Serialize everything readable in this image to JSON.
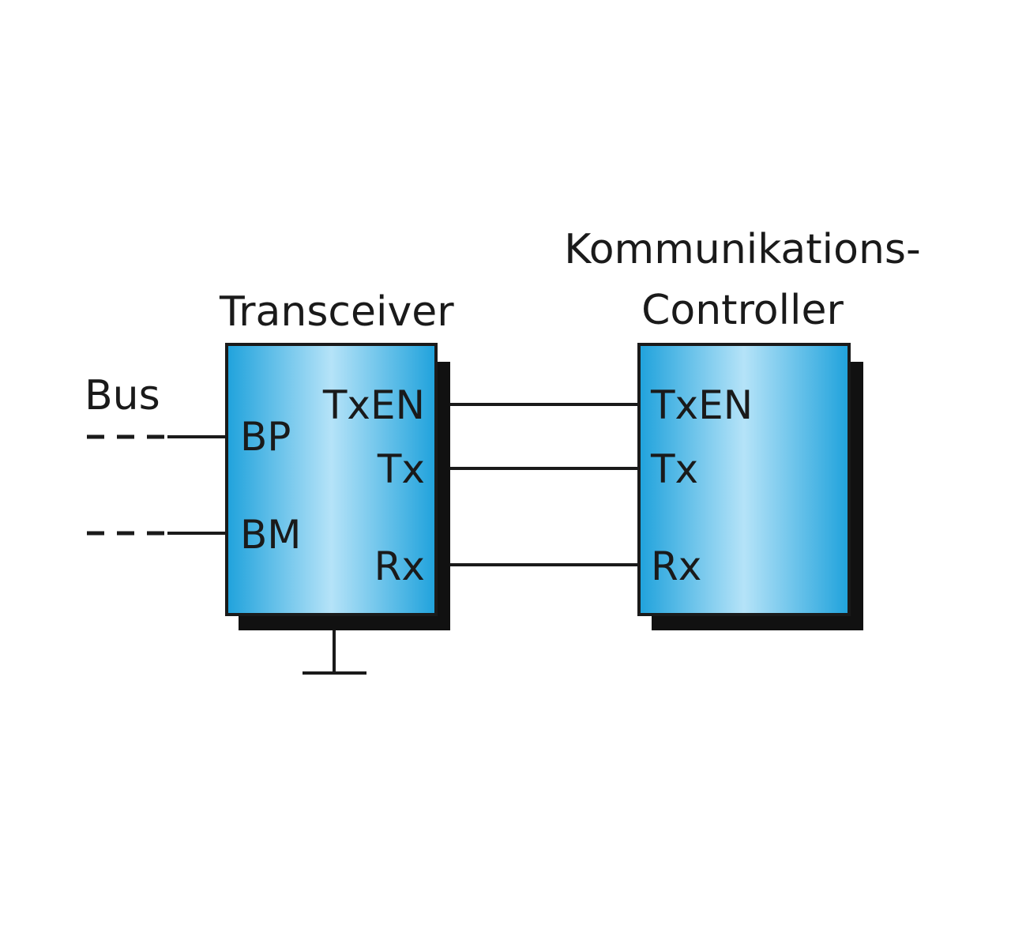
{
  "colors": {
    "box_edge": "#1fa2dc",
    "box_center": "#b5e3f8",
    "line": "#1a1a1a",
    "shadow": "#111111"
  },
  "labels": {
    "bus": "Bus",
    "transceiver": "Transceiver",
    "controller_line1": "Kommunikations-",
    "controller_line2": "Controller"
  },
  "transceiver_pins": {
    "bp": "BP",
    "bm": "BM",
    "txen": "TxEN",
    "tx": "Tx",
    "rx": "Rx"
  },
  "controller_pins": {
    "txen": "TxEN",
    "tx": "Tx",
    "rx": "Rx"
  }
}
